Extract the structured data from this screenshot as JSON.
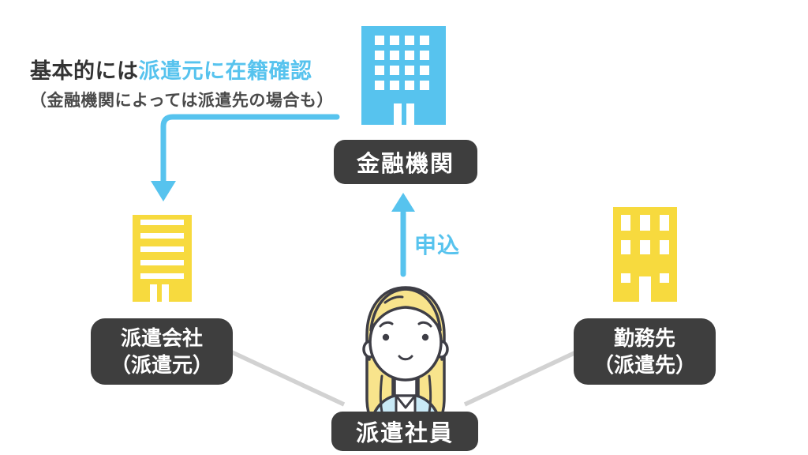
{
  "title": {
    "line1_dark": "基本的には",
    "line1_highlight": "派遣元に在籍確認",
    "line2": "（金融機関によっては派遣先の場合も）"
  },
  "labels": {
    "financial_institution": "金融機関",
    "dispatch_agency_line1": "派遣会社",
    "dispatch_agency_line2": "（派遣元）",
    "workplace_line1": "勤務先",
    "workplace_line2": "（派遣先）",
    "dispatch_worker": "派遣社員",
    "application": "申込"
  },
  "icons": {
    "financial_institution": "blue-office-building-icon",
    "dispatch_agency": "yellow-striped-building-icon",
    "workplace": "yellow-window-building-icon",
    "dispatch_worker": "woman-office-worker-illustration"
  },
  "colors": {
    "accent_blue": "#57C3EE",
    "building_yellow": "#F7DA3E",
    "label_bg": "#3E3E3E",
    "label_text": "#FFFFFF",
    "connector_gray": "#D2D2D2",
    "title_dark": "#333333",
    "subtitle_gray": "#4A4A4A",
    "hair_yellow": "#F8E48C",
    "cardigan_blue": "#C9E9F6",
    "outline_dark": "#3E3E46"
  }
}
